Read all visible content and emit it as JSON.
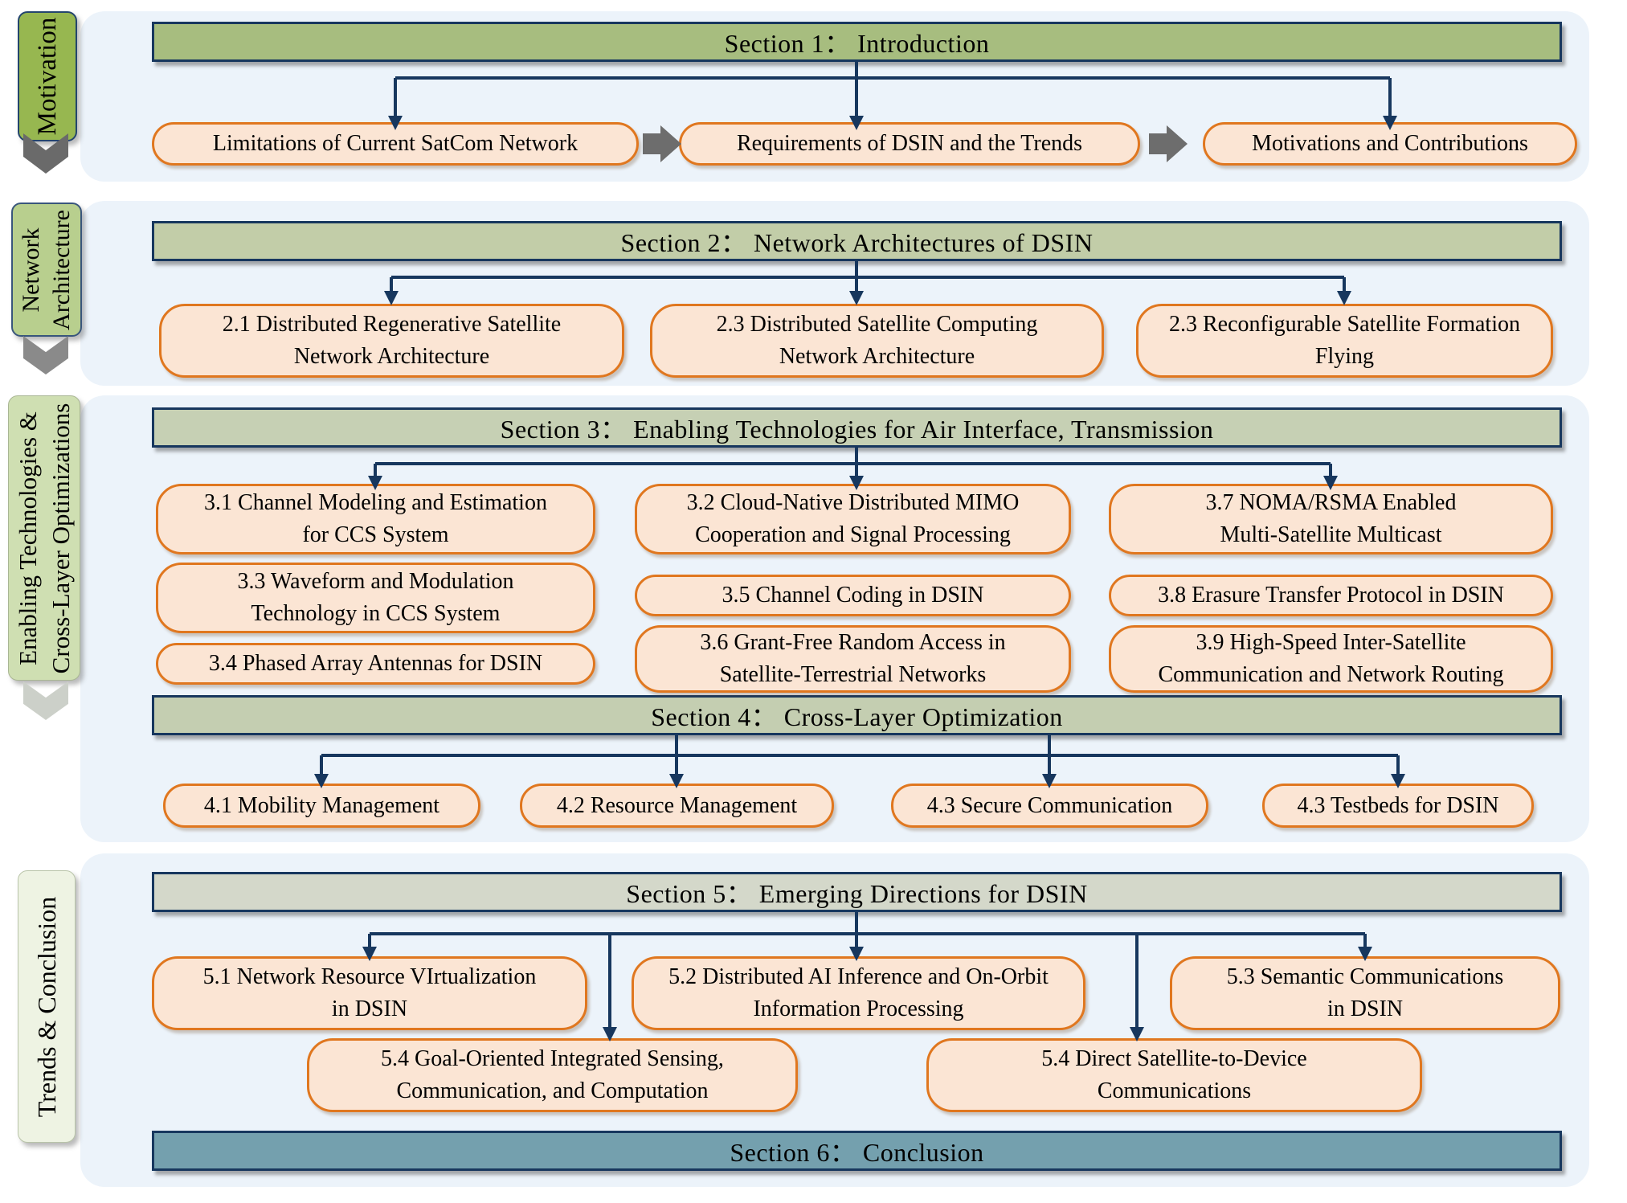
{
  "figure_title": "Paper organization diagram (DSIN survey)",
  "sidebar": {
    "tabs": [
      {
        "lines": [
          "Motivation"
        ]
      },
      {
        "lines": [
          "Network",
          "Architecture"
        ]
      },
      {
        "lines": [
          "Enabling Technologies &",
          "Cross-Layer Optimizations"
        ]
      },
      {
        "lines": [
          "Trends & Conclusion"
        ]
      }
    ]
  },
  "sections": {
    "s1": {
      "title": "Section 1：  Introduction",
      "flow": [
        {
          "lines": [
            "Limitations of Current SatCom Network"
          ]
        },
        {
          "lines": [
            "Requirements of DSIN and the Trends"
          ]
        },
        {
          "lines": [
            "Motivations and Contributions"
          ]
        }
      ]
    },
    "s2": {
      "title": "Section 2：  Network Architectures of DSIN",
      "boxes": [
        {
          "lines": [
            "2.1  Distributed Regenerative Satellite",
            "Network Architecture"
          ]
        },
        {
          "lines": [
            "2.3  Distributed Satellite Computing",
            "Network Architecture"
          ]
        },
        {
          "lines": [
            "2.3  Reconfigurable Satellite Formation",
            "Flying"
          ]
        }
      ]
    },
    "s3": {
      "title": "Section 3：  Enabling Technologies for Air Interface, Transmission",
      "boxes": [
        {
          "lines": [
            "3.1  Channel Modeling and Estimation",
            "for CCS System"
          ]
        },
        {
          "lines": [
            "3.2  Cloud-Native Distributed MIMO",
            "Cooperation and Signal Processing"
          ]
        },
        {
          "lines": [
            "3.7  NOMA/RSMA Enabled",
            "Multi-Satellite Multicast"
          ]
        },
        {
          "lines": [
            "3.3  Waveform and Modulation",
            "Technology in CCS System"
          ]
        },
        {
          "lines": [
            "3.5  Channel Coding in DSIN"
          ]
        },
        {
          "lines": [
            "3.8 Erasure Transfer Protocol in DSIN"
          ]
        },
        {
          "lines": [
            "3.4  Phased Array Antennas for DSIN"
          ]
        },
        {
          "lines": [
            "3.6  Grant-Free Random Access in",
            "Satellite-Terrestrial Networks"
          ]
        },
        {
          "lines": [
            "3.9 High-Speed Inter-Satellite",
            "Communication and Network Routing"
          ]
        }
      ]
    },
    "s4": {
      "title": "Section 4：  Cross-Layer Optimization",
      "boxes": [
        {
          "lines": [
            "4.1  Mobility Management"
          ]
        },
        {
          "lines": [
            "4.2 Resource Management"
          ]
        },
        {
          "lines": [
            "4.3 Secure Communication"
          ]
        },
        {
          "lines": [
            "4.3 Testbeds for DSIN"
          ]
        }
      ]
    },
    "s5": {
      "title": "Section 5：  Emerging Directions for DSIN",
      "boxes": [
        {
          "lines": [
            "5.1  Network Resource VIrtualization",
            "in DSIN"
          ]
        },
        {
          "lines": [
            "5.2  Distributed AI Inference and On-Orbit",
            "Information Processing"
          ]
        },
        {
          "lines": [
            "5.3  Semantic Communications",
            "in DSIN"
          ]
        },
        {
          "lines": [
            "5.4  Goal-Oriented Integrated Sensing,",
            "Communication, and Computation"
          ]
        },
        {
          "lines": [
            "5.4  Direct Satellite-to-Device",
            "Communications"
          ]
        }
      ]
    },
    "s6": {
      "title": "Section 6：  Conclusion"
    }
  },
  "colors": {
    "connector_navy": "#17375e",
    "pill_fill": "#fbe5d4",
    "pill_border": "#e0771f",
    "panel_blue": "#ecf3fa",
    "bar_section1": "#a7bd7f",
    "bar_section2": "#c2cda8",
    "bar_section3": "#c6d0b4",
    "bar_section4": "#c4ceb1",
    "bar_section5": "#d4d8ca",
    "bar_section6": "#74a0ae",
    "tab_motivation": "#97b750",
    "tab_network": "#b8cf8e",
    "tab_enabling": "#cfdfb2",
    "tab_trends": "#eef3e3",
    "flow_arrow_gray": "#6d6d6d"
  }
}
